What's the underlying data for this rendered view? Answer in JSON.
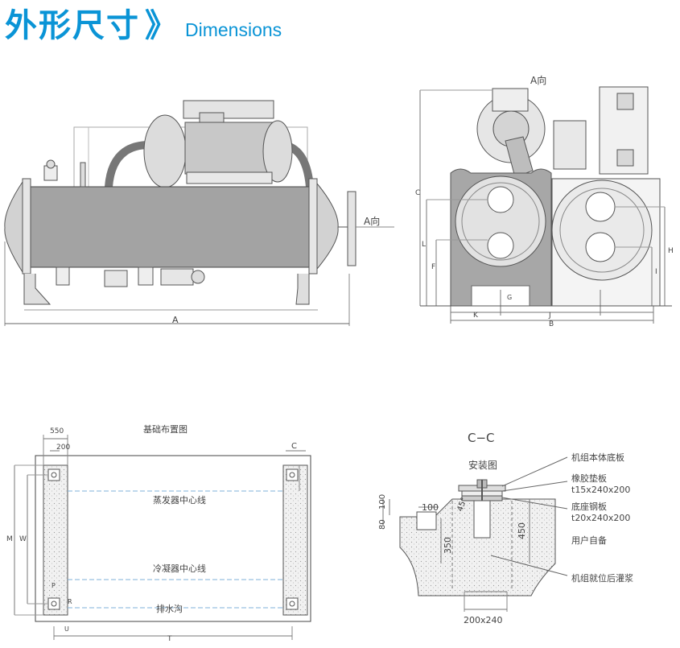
{
  "header": {
    "title_cn": "外形尺寸",
    "arrow_glyph": "》",
    "title_en": "Dimensions"
  },
  "front_view": {
    "dim_A": "A",
    "direction_label": "A向"
  },
  "side_view": {
    "view_label": "A向",
    "dim_C": "C",
    "dim_L": "L",
    "dim_F": "F",
    "dim_G": "G",
    "dim_H": "H",
    "dim_I": "I",
    "dim_K": "K",
    "dim_J": "J",
    "dim_B": "B"
  },
  "foundation": {
    "title": "基础布置图",
    "dim_550": "550",
    "dim_200": "200",
    "mark_C": "C",
    "evaporator_line": "蒸发器中心线",
    "condenser_line": "冷凝器中心线",
    "drain": "排水沟",
    "dim_M": "M",
    "dim_W": "W",
    "dim_P": "P",
    "dim_R": "R",
    "dim_U": "U",
    "dim_T": "T"
  },
  "install": {
    "section": "C−C",
    "title": "安装图",
    "base_plate": "机组本体底板",
    "rubber_pad": "橡胶垫板",
    "rubber_pad_size": "t15x240x200",
    "steel_plate": "底座钢板",
    "steel_plate_size": "t20x240x200",
    "user_supplied": "用户自备",
    "grout": "机组就位后灌浆",
    "dim_100_top": "100",
    "dim_100_left": "100",
    "dim_80": "80",
    "angle": "45°",
    "dim_350": "350",
    "dim_450": "450",
    "dim_base": "200x240"
  }
}
